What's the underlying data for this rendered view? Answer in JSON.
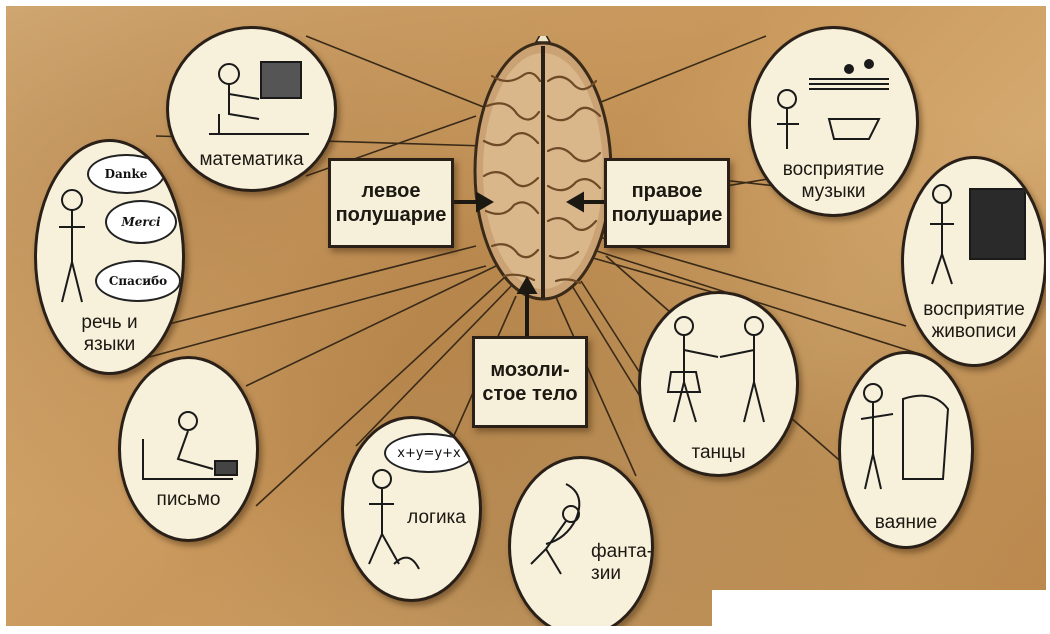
{
  "center": {
    "left_hemisphere": "левое\nполушарие",
    "right_hemisphere": "правое\nполушарие",
    "corpus_callosum": "мозоли-\nстое тело"
  },
  "left_skills": {
    "math": "математика",
    "speech": "речь и\nязыки",
    "writing": "письмо",
    "logic": "логика"
  },
  "right_skills": {
    "music": "восприятие\nмузыки",
    "painting": "восприятие\nживописи",
    "dance": "танцы",
    "sculpture": "ваяние",
    "fantasy": "фанта-\nзии"
  },
  "speech_bubbles": [
    "Danke",
    "Merci",
    "Спасибо"
  ],
  "formula": "x+y=y+x",
  "colors": {
    "parchment": "#d2a56a",
    "circle_fill": "#f7f1dc",
    "ink": "#1c1812"
  }
}
